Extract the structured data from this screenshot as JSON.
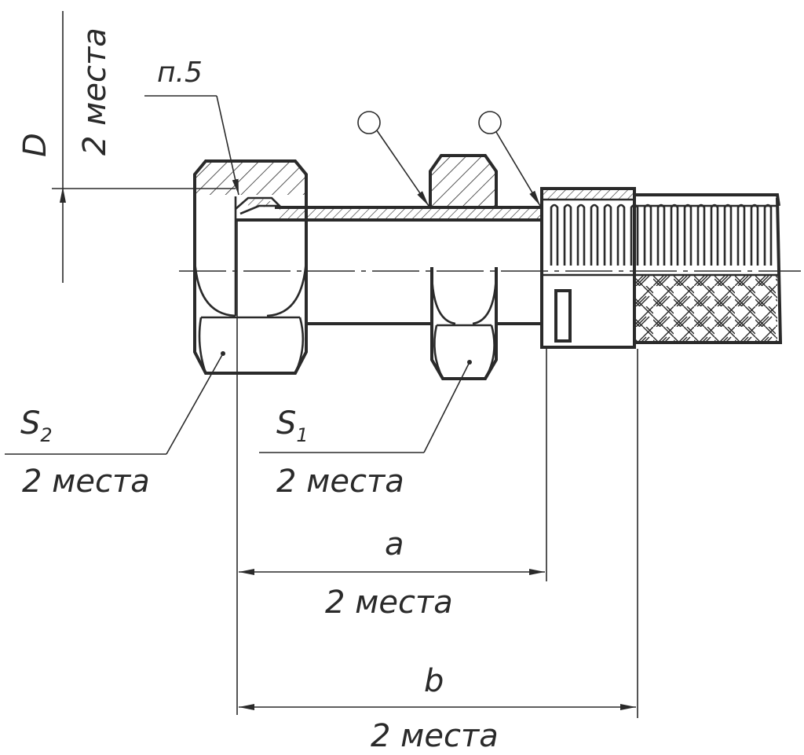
{
  "labels": {
    "d": "D",
    "d_places": "2 места",
    "note": "п.5",
    "s2_main": "S",
    "s2_sub": "2",
    "s2_places": "2 места",
    "s1_main": "S",
    "s1_sub": "1",
    "s1_places": "2 места",
    "a": "a",
    "a_places": "2 места",
    "b": "b",
    "b_places": "2 места"
  },
  "colors": {
    "ink": "#2a2a2a",
    "paper": "#ffffff"
  }
}
